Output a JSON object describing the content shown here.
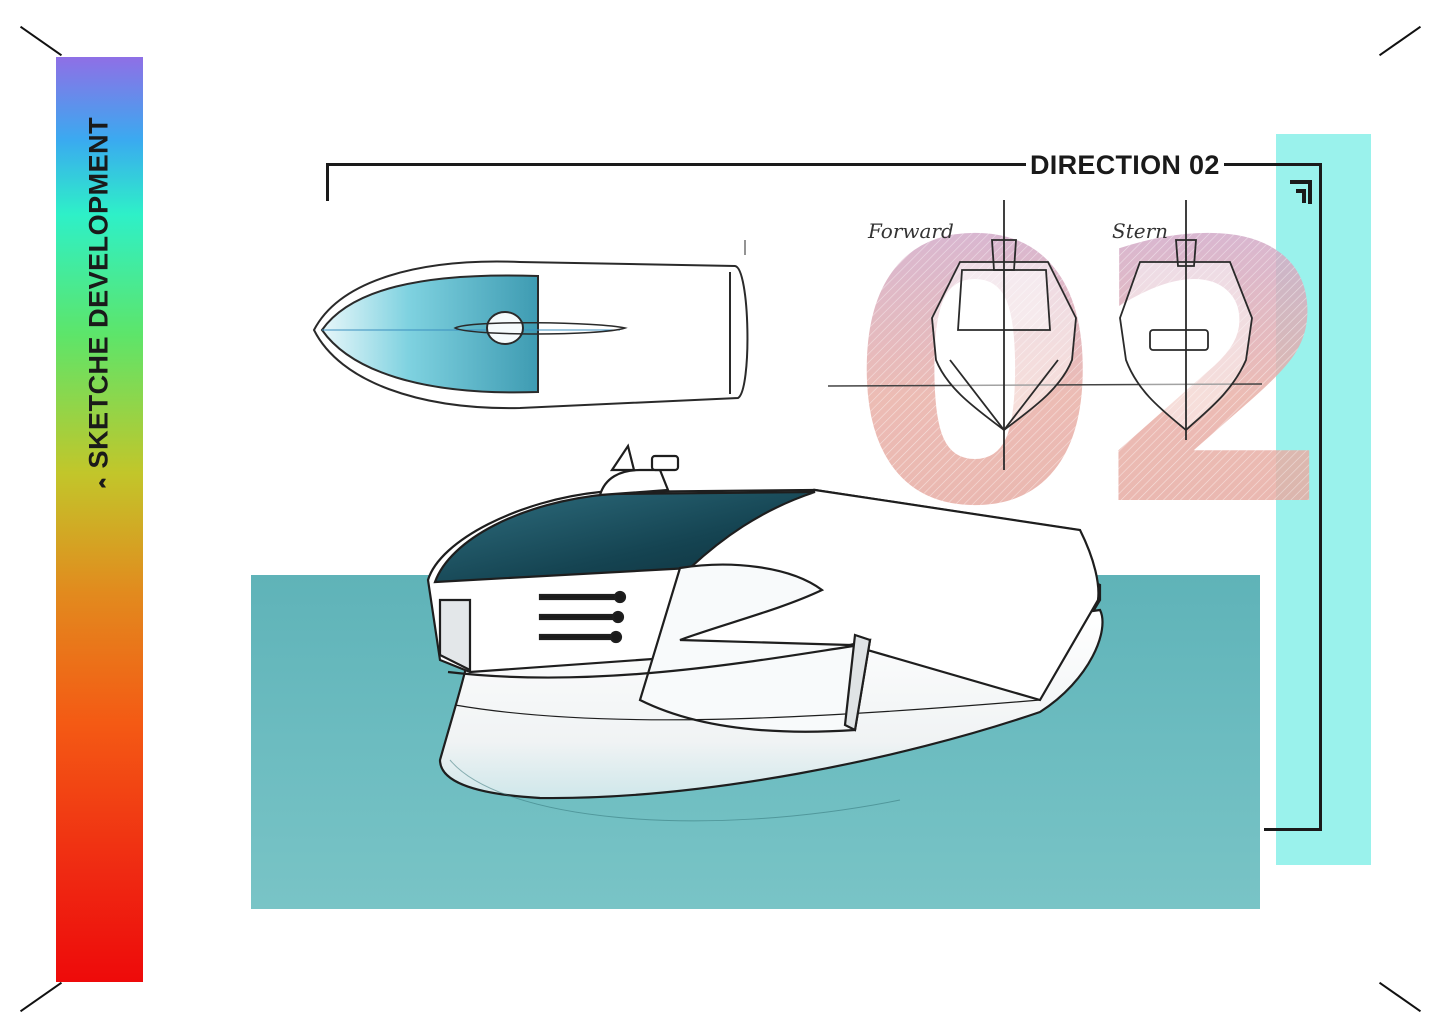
{
  "sidebar": {
    "title": "SKETCHE DEVELOPMENT",
    "icon": "double-chevron-down-icon"
  },
  "header": {
    "title": "DIRECTION 02"
  },
  "big_number": "02",
  "notes": {
    "forward": "Forward",
    "stern": "Stern"
  },
  "colors": {
    "accent_cyan": "#9af2ec",
    "water": "#6cbcc0",
    "line": "#1a1a1a"
  }
}
